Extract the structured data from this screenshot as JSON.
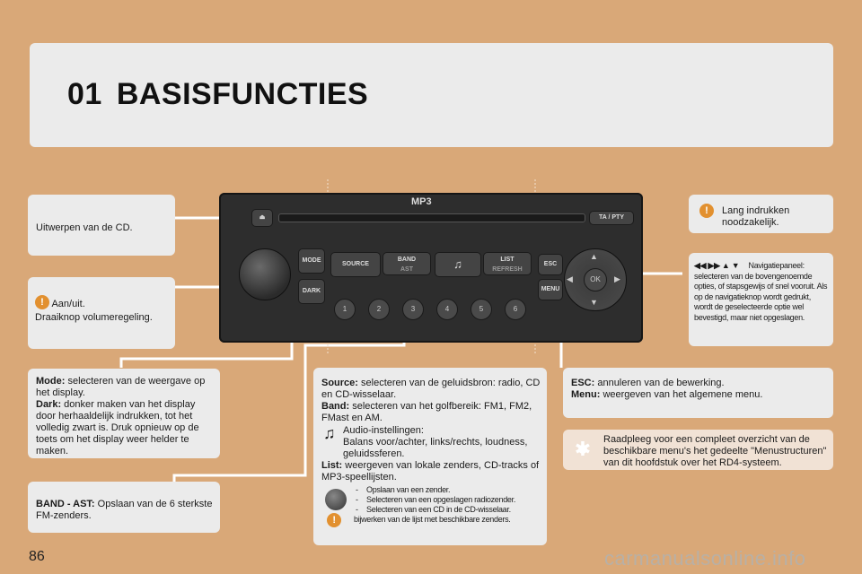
{
  "page": {
    "number": "86",
    "watermark": "carmanualsonline.info"
  },
  "header": {
    "chapter": "01",
    "title": "BASISFUNCTIES"
  },
  "radio": {
    "brand": "MP3",
    "buttons": {
      "source": "SOURCE",
      "band": "BAND",
      "band_sub": "AST",
      "list": "LIST",
      "list_sub": "REFRESH",
      "mode": "MODE",
      "dark": "DARK",
      "ta_pty": "TA / PTY",
      "esc": "ESC",
      "menu": "MENU",
      "ok": "OK",
      "presets": [
        "1",
        "2",
        "3",
        "4",
        "5",
        "6"
      ]
    }
  },
  "callouts": {
    "eject": "Uitwerpen van de CD.",
    "power_title": "Aan/uit.",
    "power_body": "Draaiknop volumeregeling.",
    "long_press": "Lang indrukken noodzakelijk.",
    "nav": {
      "symbols": "◀◀  ▶▶  ▲  ▼",
      "title": "Navigatiepaneel:",
      "body": "selecteren van de bovengenoemde opties, of stapsgewijs of snel vooruit. Als op de navigatieknop wordt gedrukt, wordt de geselecteerde optie wel bevestigd, maar niet opgeslagen."
    },
    "mode": {
      "mode_label": "Mode:",
      "mode_text": " selecteren van de weergave op het display.",
      "dark_label": "Dark:",
      "dark_text": " donker maken van het display door herhaaldelijk indrukken, tot het volledig zwart is. Druk opnieuw op de toets om het display weer helder te maken."
    },
    "band_ast": {
      "label": "BAND - AST:",
      "text": " Opslaan van de 6 sterkste FM-zenders."
    },
    "center": {
      "source_label": "Source:",
      "source_text": " selecteren van de geluidsbron: radio, CD en CD-wisselaar.",
      "band_label": "Band:",
      "band_text": " selecteren van het golfbereik: FM1, FM2, FMast en AM.",
      "audio_title": "Audio-instellingen:",
      "audio_body": "Balans voor/achter, links/rechts, loudness, geluidssferen.",
      "list_label": "List:",
      "list_text": " weergeven van lokale zenders, CD-tracks of MP3-speellijsten.",
      "dash1": "Opslaan van een zender.",
      "dash2": "Selecteren van een opgeslagen radiozender.",
      "dash3": "Selecteren van een CD in de CD-wisselaar.",
      "bottom": "bijwerken van de lijst met beschikbare zenders."
    },
    "esc": {
      "esc_label": "ESC:",
      "esc_text": " annuleren van de bewerking.",
      "menu_label": "Menu:",
      "menu_text": " weergeven van het algemene menu."
    },
    "overview": "Raadpleeg voor een compleet overzicht van de beschikbare menu's het gedeelte \"Menustructuren\" van dit hoofdstuk over het RD4-systeem."
  },
  "colors": {
    "background": "#d9a878",
    "box": "#ebebeb",
    "accent": "#e2902f",
    "radio": "#2d2d2d"
  }
}
